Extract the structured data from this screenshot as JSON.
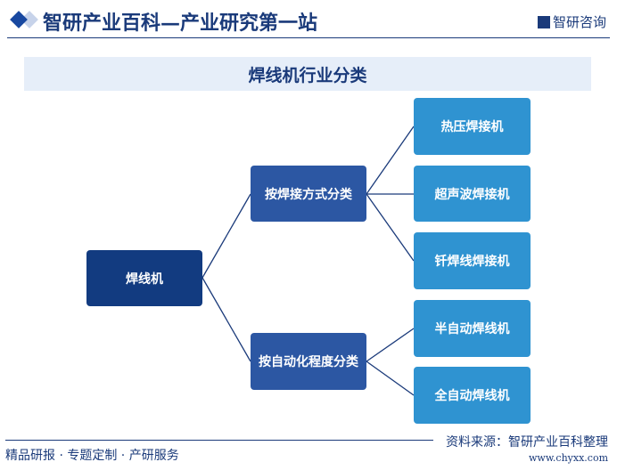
{
  "header": {
    "title": "智研产业百科—产业研究第一站",
    "logo": "智研咨询"
  },
  "diagram": {
    "title": "焊线机行业分类",
    "root": "焊线机",
    "groups": [
      {
        "label": "按焊接方式分类",
        "children": [
          "热压焊接机",
          "超声波焊接机",
          "钎焊线焊接机"
        ]
      },
      {
        "label": "按自动化程度分类",
        "children": [
          "半自动焊线机",
          "全自动焊线机"
        ]
      }
    ]
  },
  "footer": {
    "left": "精品研报 · 专题定制 · 产研服务",
    "source": "资料来源：智研产业百科整理",
    "url": "www.chyxx.com"
  },
  "colors": {
    "root": "#123b80",
    "mid": "#2c57a3",
    "leaf": "#2f93d1",
    "line": "#1a3a7a"
  }
}
